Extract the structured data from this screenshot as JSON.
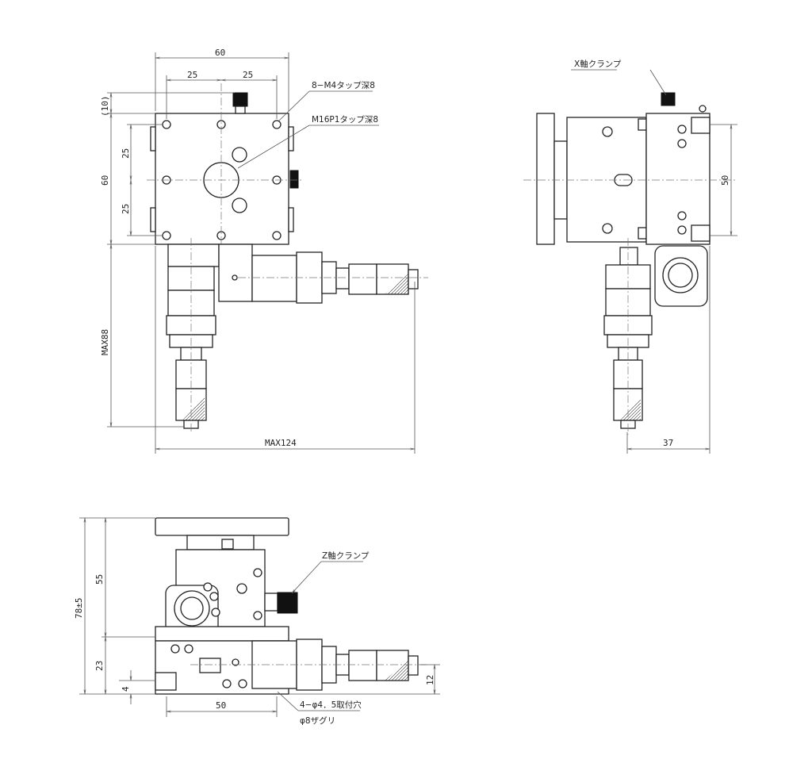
{
  "top_view": {
    "width_overall": "60",
    "pitch_left": "25",
    "pitch_right": "25",
    "clamp_height": "(10)",
    "height_upper": "25",
    "height_overall": "60",
    "height_lower": "25",
    "max_depth": "MAX88",
    "max_width": "MAX124",
    "note_tap_m4": "8−M4タップ深8",
    "note_tap_m16": "M16P1タップ深8"
  },
  "side_view": {
    "clamp_label": "X軸クランプ",
    "dim_50": "50",
    "dim_37": "37"
  },
  "front_view": {
    "height_total": "78±5",
    "height_upper": "55",
    "height_lower": "23",
    "base_thickness": "4",
    "hole_pitch": "50",
    "axis_height": "12",
    "clamp_label": "Z軸クランプ",
    "hole_note": "4−φ4．5取付穴",
    "counterbore_note": "φ8ザグリ"
  }
}
